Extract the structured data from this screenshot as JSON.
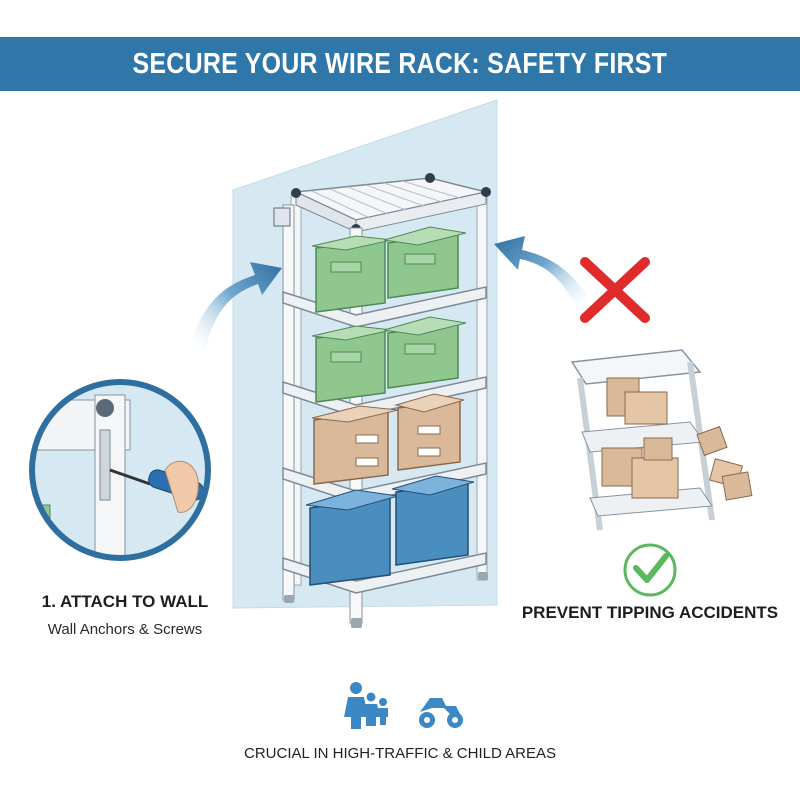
{
  "header": {
    "title": "SECURE YOUR WIRE RACK: SAFETY FIRST"
  },
  "left_callout": {
    "title": "1. ATTACH TO WALL",
    "subtitle": "Wall Anchors & Screws"
  },
  "right_callout": {
    "title": "PREVENT TIPPING ACCIDENTS"
  },
  "footer": {
    "caption": "CRUCIAL IN HIGH-TRAFFIC & CHILD AREAS"
  },
  "icons": [
    "family-icon",
    "motorcycle-icon",
    "checkmark-icon",
    "cross-icon",
    "screwdriver-icon",
    "arrow-icon"
  ],
  "colors": {
    "banner": "#2f77a8",
    "accent_green": "#5cb85c",
    "accent_red": "#e02b2b",
    "wall": "#d6e9f3"
  }
}
